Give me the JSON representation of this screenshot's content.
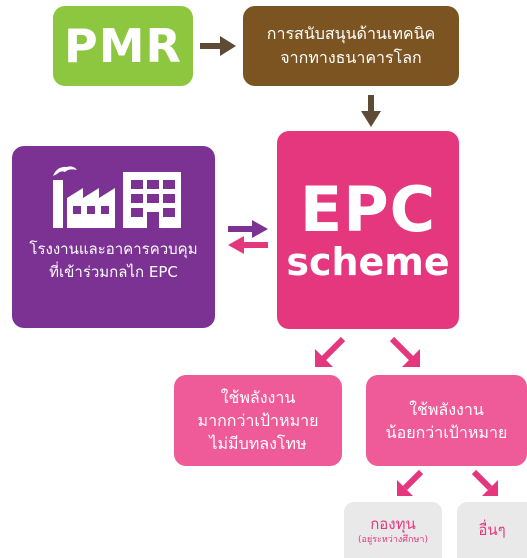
{
  "nodes": {
    "pmr": "PMR",
    "support": [
      "การสนับสนุนด้านเทคนิค",
      "จากทางธนาคารโลก"
    ],
    "plant": [
      "โรงงานและอาคารควบคุม",
      "ที่เข้าร่วมกลไก EPC"
    ],
    "epc": [
      "EPC",
      "scheme"
    ],
    "over_target": [
      "ใช้พลังงาน",
      "มากกว่าเป้าหมาย",
      "ไม่มีบทลงโทษ"
    ],
    "under_target": [
      "ใช้พลังงาน",
      "น้อยกว่าเป้าหมาย"
    ],
    "fund": "กองทุน",
    "fund_note": "(อยู่ระหว่างศึกษา)",
    "other": "อื่นๆ"
  },
  "icons": {
    "plant": "factory-building-icon"
  },
  "colors": {
    "pmr": "#8dc63f",
    "support": "#7b5421",
    "plant": "#7b3293",
    "epc": "#e5377e",
    "outcome": "#ef5b98",
    "leaf": "#e9e9e9",
    "arrow_dark": "#5e4b35",
    "arrow_purple": "#7b3293",
    "arrow_pink": "#e5377e"
  }
}
